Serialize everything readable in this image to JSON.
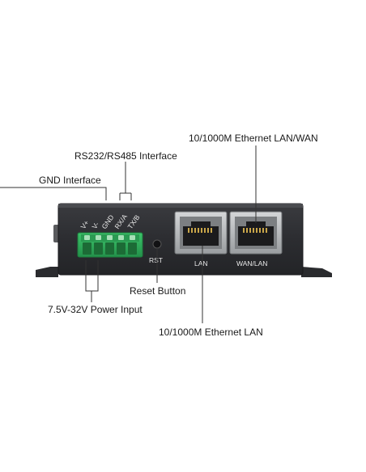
{
  "device": {
    "silkscreen": {
      "v_plus": "V+",
      "v_minus": "V-",
      "gnd": "GND",
      "rx_a": "RX/A",
      "tx_b": "TX/B",
      "rst": "RST",
      "lan": "LAN",
      "wan_lan": "WAN/LAN"
    }
  },
  "callouts": {
    "ethernet_lan_wan": "10/1000M Ethernet LAN/WAN",
    "rs232_rs485": "RS232/RS485 Interface",
    "gnd_interface": "GND Interface",
    "reset_button": "Reset Button",
    "power_input": "7.5V-32V Power Input",
    "ethernet_lan": "10/1000M Ethernet LAN"
  },
  "colors": {
    "housing": "#2e2f33",
    "terminal_block": "#2fae5a",
    "port_metal": "#b9bcbf"
  }
}
